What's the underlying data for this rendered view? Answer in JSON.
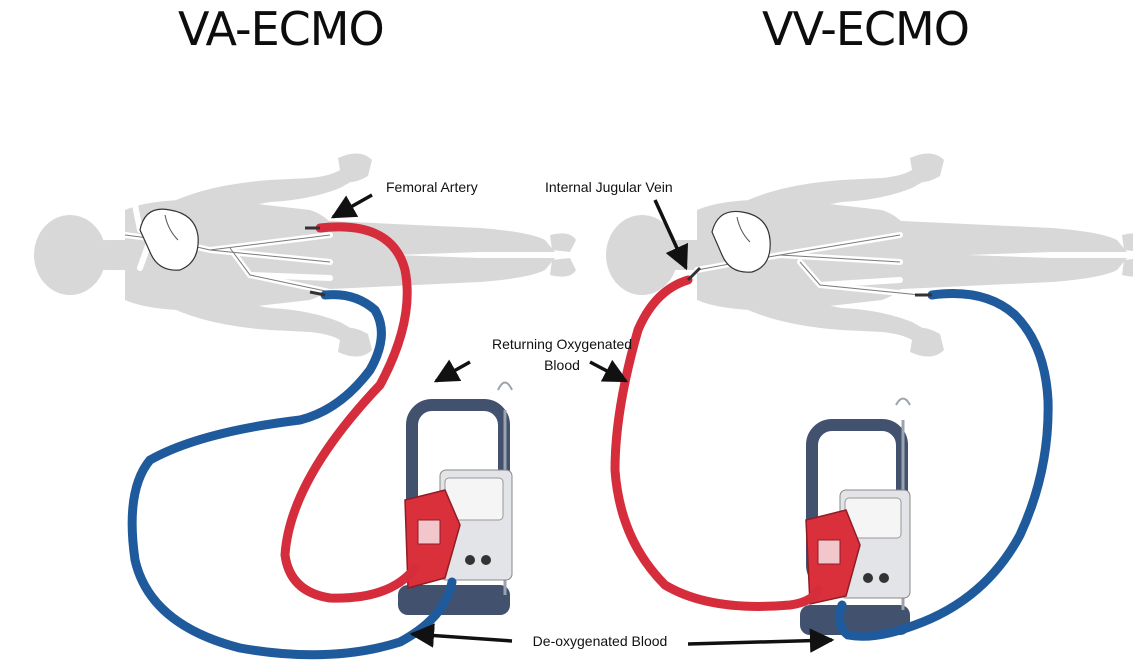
{
  "titles": {
    "left": "VA-ECMO",
    "right": "VV-ECMO"
  },
  "labels": {
    "femoral_artery": "Femoral Artery",
    "internal_jugular_vein": "Internal Jugular Vein",
    "returning_line1": "Returning Oxygenated",
    "returning_line2": "Blood",
    "deoxygenated": "De-oxygenated Blood"
  },
  "colors": {
    "oxygenated": "#d62d3c",
    "deoxygenated": "#1f5b9c",
    "body": "#d6d6d6",
    "machine_frame": "#41516e",
    "pump": "#d9303c"
  }
}
